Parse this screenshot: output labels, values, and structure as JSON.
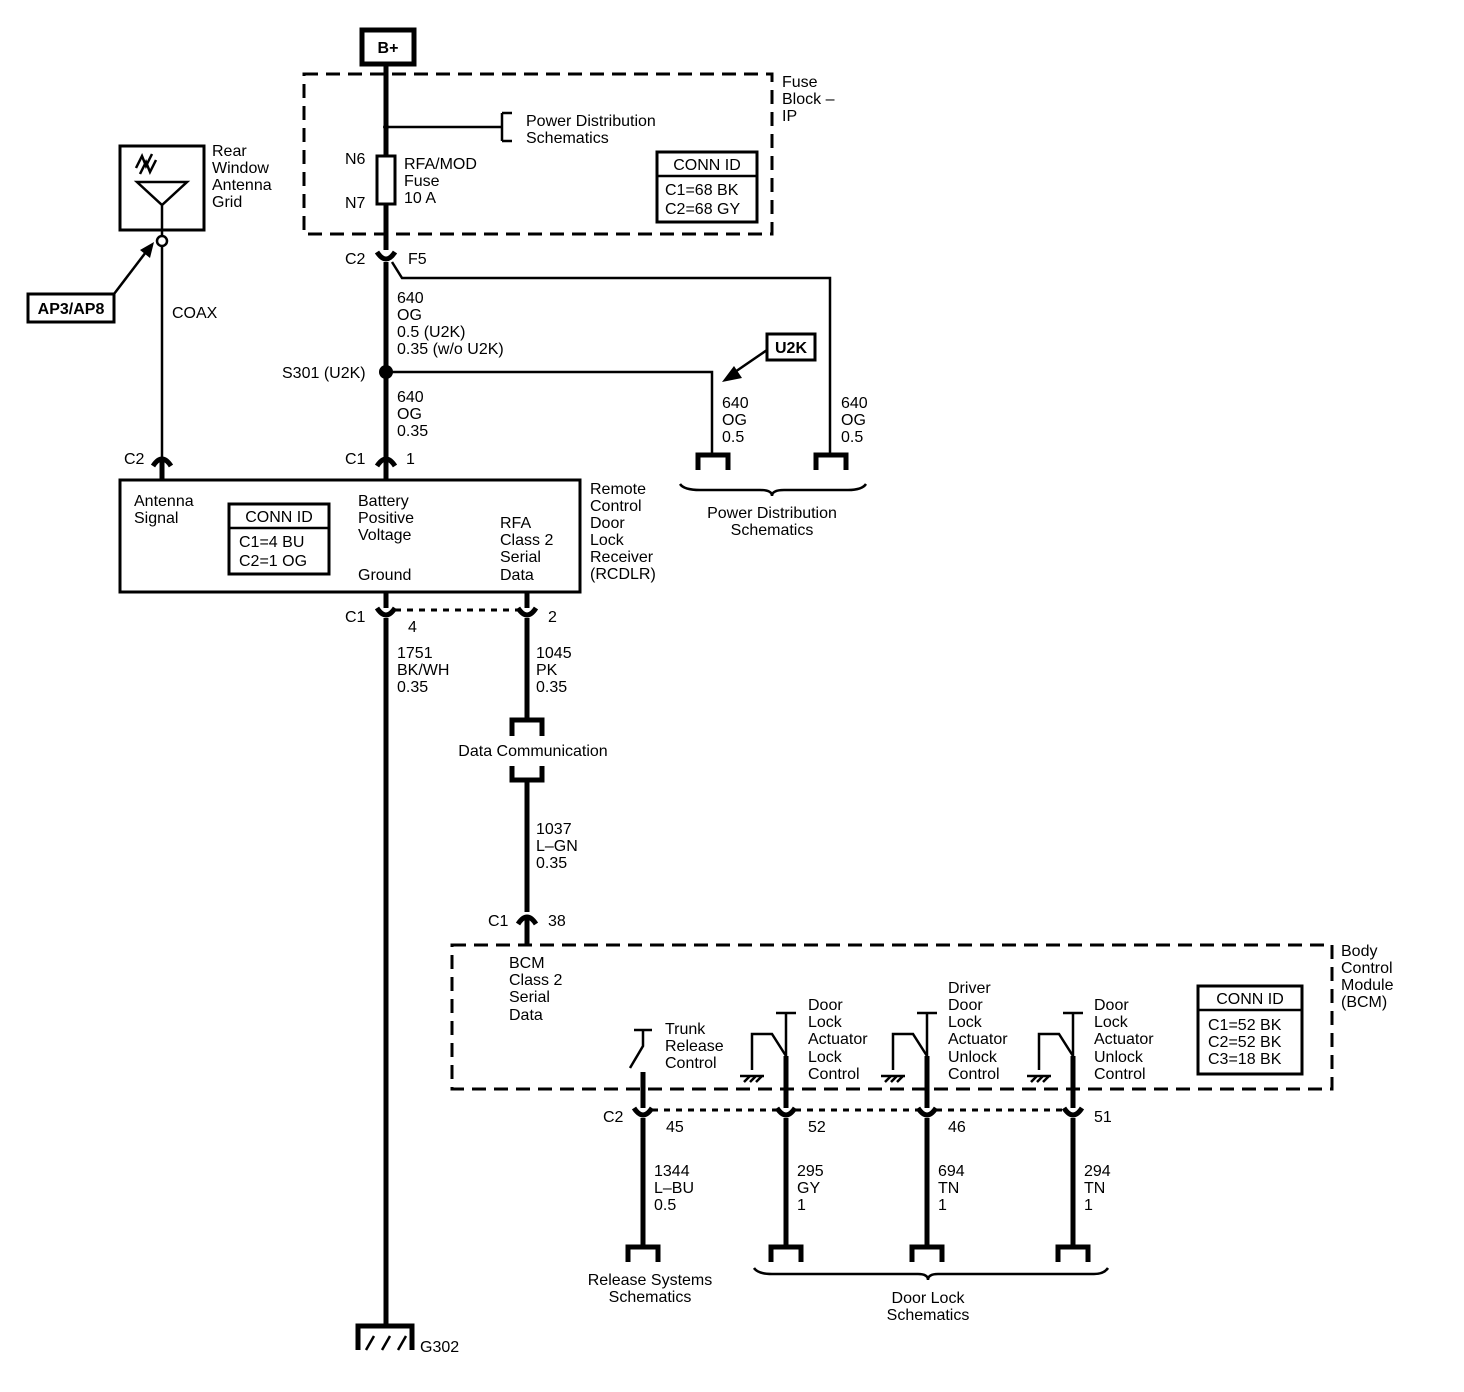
{
  "battery": "B+",
  "fuse_block": {
    "label": [
      "Fuse",
      "Block –",
      "IP"
    ],
    "power_dist": [
      "Power Distribution",
      "Schematics"
    ],
    "n6": "N6",
    "n7": "N7",
    "fuse": [
      "RFA/MOD",
      "Fuse",
      "10 A"
    ],
    "conn_title": "CONN ID",
    "conn_rows": [
      "C1=68 BK",
      "C2=68 GY"
    ]
  },
  "antenna": {
    "label": [
      "Rear",
      "Window",
      "Antenna",
      "Grid"
    ],
    "ap_badge": "AP3/AP8",
    "coax": "COAX",
    "conn": "C2"
  },
  "fuse_out": {
    "conn": "C2",
    "pin": "F5"
  },
  "wire_640_main": [
    "640",
    "OG",
    "0.5 (U2K)",
    "0.35 (w/o U2K)"
  ],
  "splice": "S301 (U2K)",
  "u2k_badge": "U2K",
  "wire_640_lower": [
    "640",
    "OG",
    "0.35"
  ],
  "wire_640_u2k": [
    "640",
    "OG",
    "0.5"
  ],
  "wire_640_right": [
    "640",
    "OG",
    "0.5"
  ],
  "power_dist_bottom": [
    "Power Distribution",
    "Schematics"
  ],
  "rcdlr_top_conn": {
    "c2": "C2",
    "c1": "C1",
    "pin": "1"
  },
  "rcdlr": {
    "name": [
      "Remote",
      "Control",
      "Door",
      "Lock",
      "Receiver",
      "(RCDLR)"
    ],
    "antenna_signal": [
      "Antenna",
      "Signal"
    ],
    "battery_pos": [
      "Battery",
      "Positive",
      "Voltage"
    ],
    "ground": "Ground",
    "rfa": [
      "RFA",
      "Class 2",
      "Serial",
      "Data"
    ],
    "conn_title": "CONN ID",
    "conn_rows": [
      "C1=4 BU",
      "C2=1 OG"
    ]
  },
  "rcdlr_bottom_conn": {
    "c1": "C1",
    "pin4": "4",
    "pin2": "2"
  },
  "wire_1751": [
    "1751",
    "BK/WH",
    "0.35"
  ],
  "wire_1045": [
    "1045",
    "PK",
    "0.35"
  ],
  "data_comm": "Data Communication",
  "wire_1037": [
    "1037",
    "L–GN",
    "0.35"
  ],
  "bcm_top_conn": {
    "c1": "C1",
    "pin": "38"
  },
  "bcm": {
    "name": [
      "Body",
      "Control",
      "Module",
      "(BCM)"
    ],
    "class2": [
      "BCM",
      "Class 2",
      "Serial",
      "Data"
    ],
    "trunk": [
      "Trunk",
      "Release",
      "Control"
    ],
    "lock": [
      "Door",
      "Lock",
      "Actuator",
      "Lock",
      "Control"
    ],
    "driver_unlock": [
      "Driver",
      "Door",
      "Lock",
      "Actuator",
      "Unlock",
      "Control"
    ],
    "unlock": [
      "Door",
      "Lock",
      "Actuator",
      "Unlock",
      "Control"
    ],
    "conn_title": "CONN ID",
    "conn_rows": [
      "C1=52 BK",
      "C2=52 BK",
      "C3=18 BK"
    ]
  },
  "bcm_bottom_conn": {
    "c2": "C2",
    "pins": [
      "45",
      "52",
      "46",
      "51"
    ]
  },
  "wire_1344": [
    "1344",
    "L–BU",
    "0.5"
  ],
  "wire_295": [
    "295",
    "GY",
    "1"
  ],
  "wire_694": [
    "694",
    "TN",
    "1"
  ],
  "wire_294": [
    "294",
    "TN",
    "1"
  ],
  "release_systems": [
    "Release Systems",
    "Schematics"
  ],
  "door_lock_schem": [
    "Door Lock",
    "Schematics"
  ],
  "ground_id": "G302"
}
